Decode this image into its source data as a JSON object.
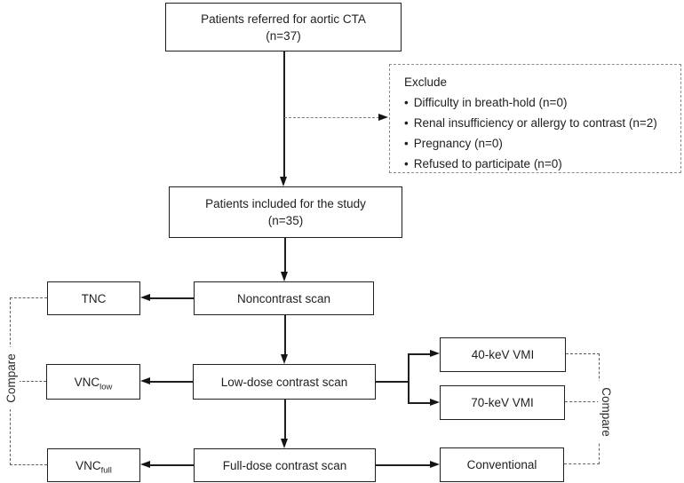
{
  "flowchart": {
    "referred": {
      "line1": "Patients referred for aortic CTA",
      "line2": "(n=37)"
    },
    "exclude": {
      "title": "Exclude",
      "bullet": "•",
      "items": [
        "Difficulty in breath-hold (n=0)",
        "Renal insufficiency or allergy to contrast (n=2)",
        "Pregnancy (n=0)",
        "Refused to participate (n=0)"
      ]
    },
    "included": {
      "line1": "Patients included for the study",
      "line2": "(n=35)"
    },
    "noncontrast": "Noncontrast scan",
    "tnc": "TNC",
    "lowdose": "Low-dose contrast scan",
    "vnc_low": {
      "base": "VNC",
      "sub": "low"
    },
    "kev40": "40-keV VMI",
    "kev70": "70-keV VMI",
    "fulldose": "Full-dose contrast scan",
    "vnc_full": {
      "base": "VNC",
      "sub": "full"
    },
    "conventional": "Conventional",
    "compare_left": "Compare",
    "compare_right": "Compare",
    "colors": {
      "line": "#1f1f1f",
      "dashed_connector": "#5f5f5f",
      "exclude_border": "#8c8c8c",
      "background": "#ffffff",
      "text": "#1f1f1f"
    }
  }
}
